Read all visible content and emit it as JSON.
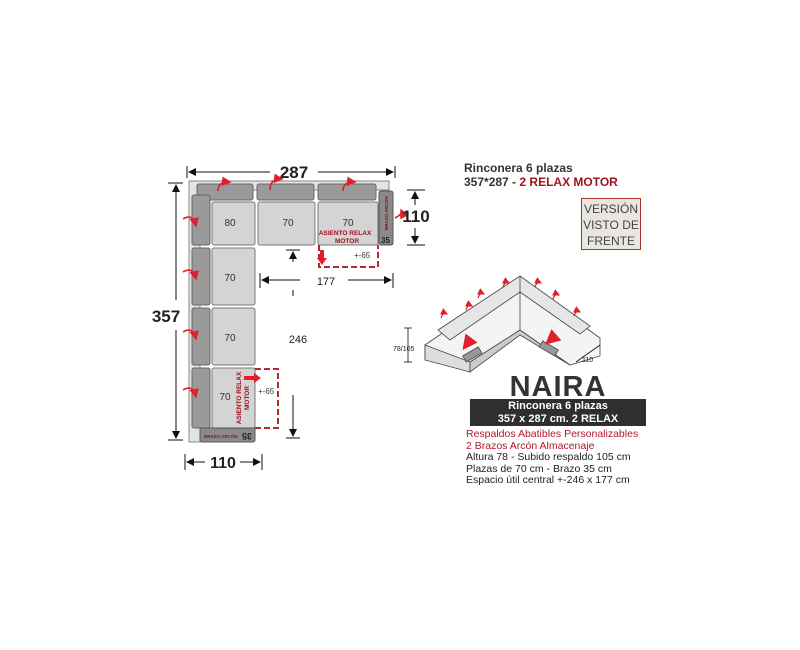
{
  "plan": {
    "dim_width": "287",
    "dim_length": "357",
    "dim_depth_right": "110",
    "dim_depth_bottom": "110",
    "dim_inner_width": "177",
    "dim_inner_length": "246",
    "seats_top": [
      "80",
      "70",
      "70"
    ],
    "seats_left": [
      "70",
      "70",
      "70"
    ],
    "relax_label_line1": "ASIENTO RELAX",
    "relax_label_line2": "MOTOR",
    "relax_extension": "+-65",
    "arm_label": "BRAZO ARCÓN",
    "arm_width": "35"
  },
  "header": {
    "line1": "Rinconera 6 plazas",
    "line2_prefix": "357*287 - ",
    "line2_highlight": "2 RELAX MOTOR"
  },
  "version_badge": [
    "VERSIÓN",
    "VISTO DE",
    "FRENTE"
  ],
  "perspective": {
    "height_label": "78/105",
    "depth_label": "110"
  },
  "product": {
    "name": "NAIRA",
    "band_line1": "Rinconera 6 plazas",
    "band_line2": "357 x 287 cm. 2 RELAX",
    "features_red": [
      "Respaldos Abatibles Personalizables",
      "2 Brazos Arcón Almacenaje"
    ],
    "features": [
      "Altura 78 - Subido respaldo 105 cm",
      "Plazas de 70 cm - Brazo 35 cm",
      "Espacio útil central +-246 x 177 cm"
    ]
  },
  "colors": {
    "accent_red": "#e0202a",
    "dark_red": "#a0121f",
    "seat_fill": "#d4d4d4",
    "back_fill": "#9a9a9a"
  }
}
